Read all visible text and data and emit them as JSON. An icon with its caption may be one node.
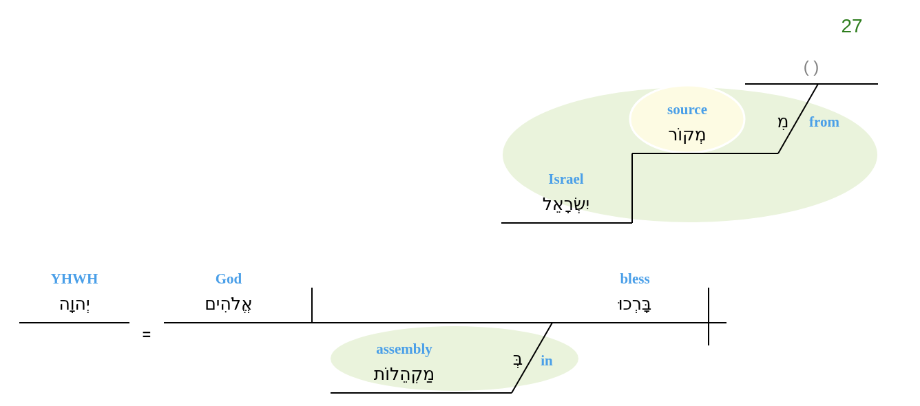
{
  "diagram": {
    "nodes": [
      {
        "text": [
          "YHWH",
          "יְהוָה"
        ]
      },
      {
        "text": [
          "God",
          "אֱלֹהִים"
        ]
      },
      {
        "text": [
          "bless",
          "בָּרְכוּ"
        ]
      },
      {
        "text": [
          "assembly",
          "מַקְהֵלוֹת"
        ]
      },
      {
        "text": [
          "בְּ"
        ],
        "beside": [
          "in"
        ]
      },
      {
        "text": [
          "( )"
        ]
      },
      {
        "text": [
          "מִ"
        ],
        "beside": [
          "from"
        ]
      },
      {
        "text": [
          "source",
          "מְקוֹר"
        ]
      },
      {
        "text": [
          "Israel",
          "יִשְׂרָאֵל"
        ]
      }
    ],
    "edges": [
      {
        "from": 3,
        "to": 2,
        "arrow": "none"
      },
      {
        "from": 7,
        "to": 5,
        "arrow": "none"
      },
      {
        "from": 8,
        "to": 7,
        "arrow": "none"
      }
    ],
    "labels": [
      "=",
      "27"
    ]
  }
}
